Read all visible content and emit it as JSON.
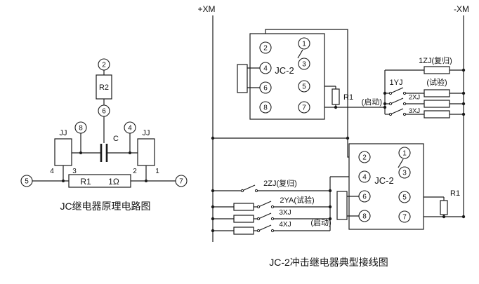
{
  "colors": {
    "line": "#1a1a1a",
    "background": "#ffffff"
  },
  "left_circuit": {
    "caption": "JC继电器原理电路图",
    "resistor_top": "R2",
    "capacitor": "C",
    "coil_left": "JJ",
    "coil_right": "JJ",
    "resistor_bottom_name": "R1",
    "resistor_bottom_value": "1Ω",
    "terminals": {
      "t2": "2",
      "t6": "6",
      "t8": "8",
      "t4": "4",
      "t5": "5",
      "t7": "7"
    },
    "pins": {
      "p4": "4",
      "p3": "3",
      "p2": "2",
      "p1": "1"
    }
  },
  "right_circuit": {
    "caption": "JC-2冲击继电器典型接线图",
    "bus_positive": "+XM",
    "bus_negative": "-XM",
    "upper_relay": {
      "name": "JC-2",
      "r1": "R1",
      "left_terminals": [
        "2",
        "4",
        "6",
        "8"
      ],
      "right_terminals": [
        "1",
        "3",
        "5",
        "7"
      ]
    },
    "lower_relay": {
      "name": "JC-2",
      "r1": "R1",
      "left_terminals": [
        "2",
        "4",
        "6",
        "8"
      ],
      "right_terminals": [
        "1",
        "3",
        "5",
        "7"
      ]
    },
    "upper_branches": {
      "reset": "1ZJ(复归)",
      "test_contact": "1YJ",
      "test_note": "(试验)",
      "start_note": "(启动)",
      "xj2": "2XJ",
      "xj3": "3XJ"
    },
    "lower_branches": {
      "reset": "2ZJ(复归)",
      "test": "2YA(试验)",
      "xj3": "3XJ",
      "xj4": "4XJ",
      "start_note": "(启动)"
    }
  }
}
